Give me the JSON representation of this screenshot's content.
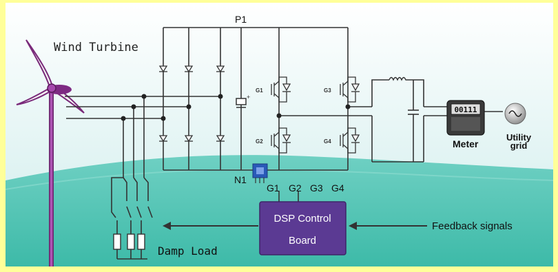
{
  "labels": {
    "wind_turbine": "Wind Turbine",
    "p1": "P1",
    "n1": "N1",
    "g1": "G1",
    "g2": "G2",
    "g3": "G3",
    "g4": "G4",
    "dsp_line1": "DSP Control",
    "dsp_line2": "Board",
    "feedback": "Feedback signals",
    "damp_load": "Damp Load",
    "meter": "Meter",
    "meter_display": "00111",
    "utility_line1": "Utility",
    "utility_line2": "grid",
    "igbt_g1": "G1",
    "igbt_g2": "G2",
    "igbt_g3": "G3",
    "igbt_g4": "G4"
  },
  "colors": {
    "frame": "#ffff99",
    "sky_top": "#ffffff",
    "sky_bottom": "#cfeeee",
    "sea": "#4fc4b4",
    "dsp_board": "#5b3a93",
    "wire": "#333333",
    "turbine": "#8a2a8a"
  }
}
